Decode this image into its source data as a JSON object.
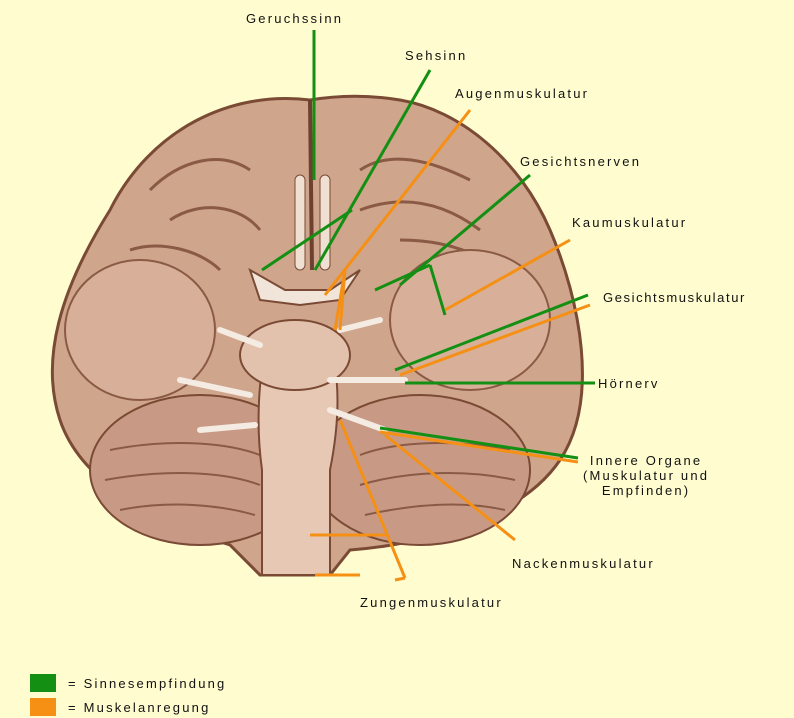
{
  "colors": {
    "background": "#fffdd0",
    "sensory": "#139013",
    "motor": "#f59014",
    "brain_fill": "#cfa58c",
    "brain_dark": "#8a5a45",
    "brain_light": "#e8cdbb"
  },
  "labels": {
    "geruchssinn": "Geruchssinn",
    "sehsinn": "Sehsinn",
    "augenmuskulatur": "Augenmuskulatur",
    "gesichtsnerven": "Gesichtsnerven",
    "kaumuskulatur": "Kaumuskulatur",
    "gesichtsmuskulatur": "Gesichtsmuskulatur",
    "hoernerv": "Hörnerv",
    "innere_organe": "Innere Organe\n(Muskulatur und\nEmpfinden)",
    "nackenmuskulatur": "Nackenmuskulatur",
    "zungenmuskulatur": "Zungenmuskulatur"
  },
  "legend": [
    {
      "color": "#139013",
      "text": "= Sinnesempfindung",
      "icon": "green-swatch"
    },
    {
      "color": "#f59014",
      "text": "= Muskelanregung",
      "icon": "orange-swatch"
    }
  ]
}
